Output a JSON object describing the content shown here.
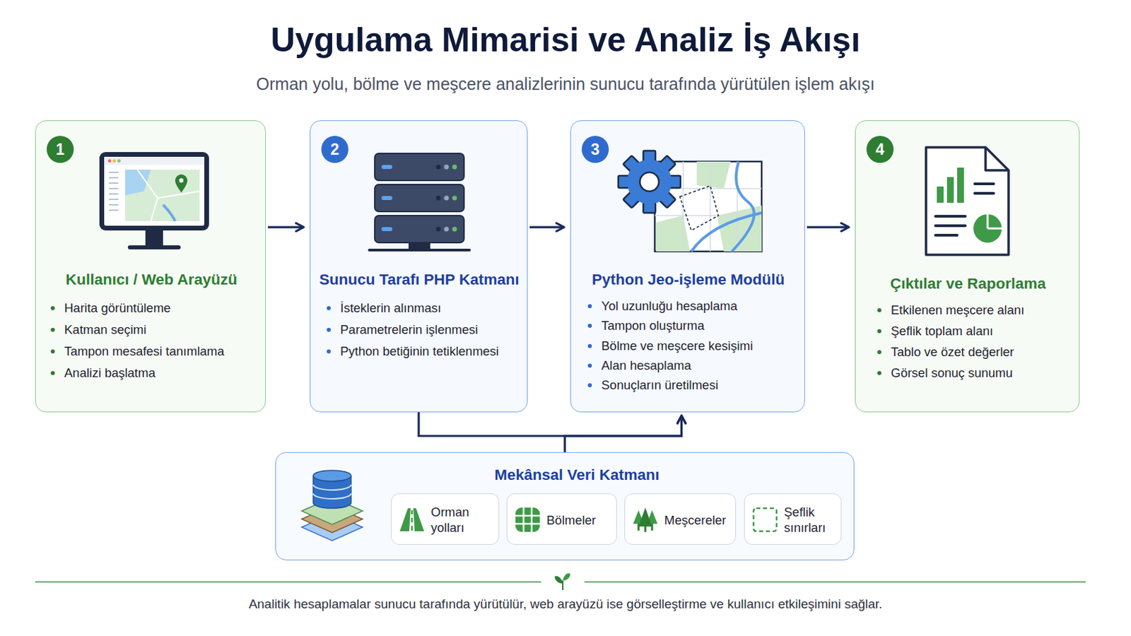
{
  "diagram": {
    "title": "Uygulama Mimarisi ve Analiz İş Akışı",
    "caption": "Analitik hesaplamalar sunucu tarafında yürütülür, web arayüzü ise görselleştirme ve kullanıcı etkileşimini sağlar.",
    "nodes": [
      {
        "text": [
          "1",
          "Kullanıcı / Web Arayüzü",
          "Harita görüntüleme",
          "Katman seçimi",
          "Tampon mesafesi tanımlama",
          "Analizi başlatma"
        ]
      },
      {
        "text": [
          "2",
          "Sunucu Tarafı PHP Katmanı",
          "İsteklerin alınması",
          "Parametrelerin işlenmesi",
          "Python betiğinin tetiklenmesi"
        ]
      },
      {
        "text": [
          "3",
          "Python Jeo-işleme Modülü",
          "Yol uzunluğu hesaplama",
          "Tampon oluşturma",
          "Bölme ve meşcere kesişimi",
          "Alan hesaplama",
          "Sonuçların üretilmesi"
        ]
      },
      {
        "text": [
          "4",
          "Çıktılar ve Raporlama",
          "Etkilenen meşcere alanı",
          "Şeflik toplam alanı",
          "Tablo ve özet değerler",
          "Görsel sonuç sunumu"
        ]
      },
      {
        "text": [
          "Mekânsal Veri Katmanı"
        ]
      },
      {
        "text": [
          "Orman yolları"
        ],
        "in": 4
      },
      {
        "text": [
          "Bölmeler"
        ],
        "in": 4
      },
      {
        "text": [
          "Meşcereler"
        ],
        "in": 4
      },
      {
        "text": [
          "Şeflik sınırları"
        ],
        "in": 4
      }
    ],
    "edges": [
      {
        "from": 0,
        "to": 1,
        "arrow": "to"
      },
      {
        "from": 1,
        "to": 2,
        "arrow": "to"
      },
      {
        "from": 2,
        "to": 3,
        "arrow": "to"
      },
      {
        "from": 1,
        "to": 2,
        "arrow": "to"
      },
      {
        "from": 4,
        "to": 2,
        "arrow": "to"
      }
    ],
    "labels": [
      "Orman yolu, bölme ve meşcere analizlerinin sunucu tarafında yürütülen işlem akışı"
    ]
  }
}
